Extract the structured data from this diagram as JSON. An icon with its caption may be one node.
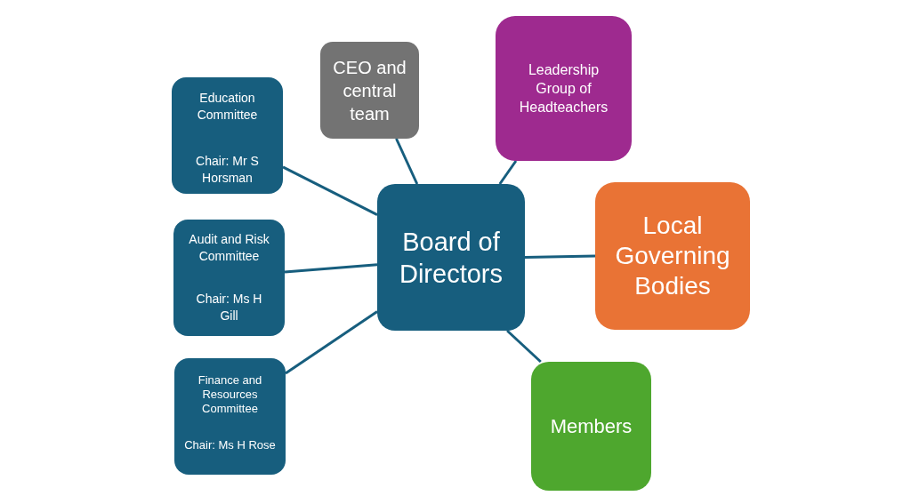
{
  "diagram": {
    "nodes": [
      {
        "text": [
          "Education Committee",
          "Chair: Mr S Horsman"
        ]
      },
      {
        "text": [
          "Audit and Risk Committee",
          "Chair: Ms H Gill"
        ]
      },
      {
        "text": [
          "Finance and Resources Committee",
          "Chair: Ms H Rose"
        ]
      },
      {
        "text": [
          "CEO and central team"
        ]
      },
      {
        "text": [
          "Board of Directors"
        ]
      },
      {
        "text": [
          "Leadership Group of Headteachers"
        ]
      },
      {
        "text": [
          "Local Governing Bodies"
        ]
      },
      {
        "text": [
          "Members"
        ]
      }
    ],
    "edges": [
      {
        "from": 4,
        "to": 0,
        "arrow": "none"
      },
      {
        "from": 4,
        "to": 1,
        "arrow": "none"
      },
      {
        "from": 4,
        "to": 2,
        "arrow": "none"
      },
      {
        "from": 4,
        "to": 3,
        "arrow": "none"
      },
      {
        "from": 4,
        "to": 5,
        "arrow": "none"
      },
      {
        "from": 4,
        "to": 6,
        "arrow": "none"
      },
      {
        "from": 4,
        "to": 7,
        "arrow": "none"
      }
    ]
  }
}
